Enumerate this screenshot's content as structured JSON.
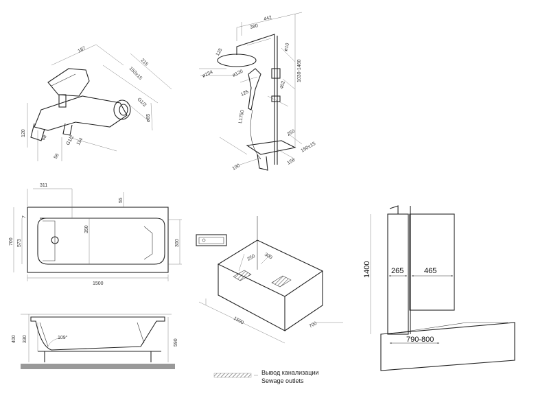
{
  "faucet": {
    "dims": [
      "187",
      "215",
      "150±15",
      "G1/2",
      "ø65",
      "120",
      "G1/2",
      "114",
      "68",
      "56"
    ]
  },
  "shower": {
    "dims": [
      "442",
      "380",
      "125",
      "ø10",
      "ø234",
      "ø120",
      "402",
      "125",
      "L1750",
      "1030-1460",
      "250",
      "150±15",
      "156",
      "190"
    ]
  },
  "tub_plan": {
    "dims": [
      "311",
      "55",
      "7",
      "350",
      "700",
      "573",
      "300",
      "1500"
    ]
  },
  "tub_section": {
    "dims": [
      "400",
      "330",
      "109°",
      "590"
    ]
  },
  "install_box": {
    "dims": [
      "250",
      "300",
      "1500",
      "700"
    ]
  },
  "screen": {
    "height": "1400",
    "fixed": "265",
    "door": "465",
    "width": "790-800"
  },
  "legend": {
    "ru": "Вывод канализации",
    "en": "Sewage outlets"
  }
}
